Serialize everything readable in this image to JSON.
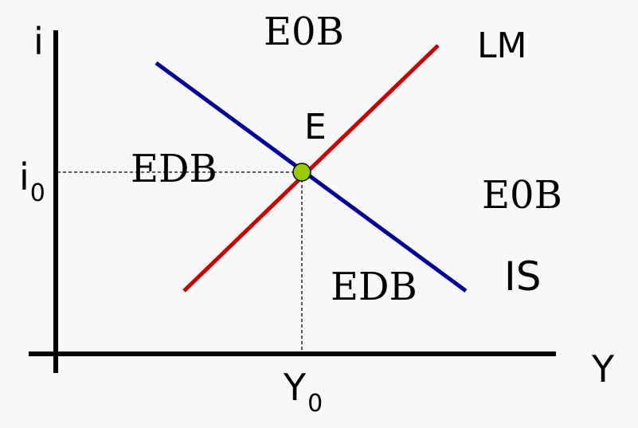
{
  "axes": {
    "y_label": "i",
    "x_label": "Y"
  },
  "equilibrium": {
    "point_label": "E",
    "interest_label": "i",
    "interest_subscript": "0",
    "output_label": "Y",
    "output_subscript": "0"
  },
  "curves": {
    "lm": {
      "label": "LM",
      "color": "#cc0000"
    },
    "is": {
      "label": "IS",
      "color": "#000099"
    }
  },
  "regions": {
    "top": "E0B",
    "right": "E0B",
    "left": "EDB",
    "bottom": "EDB"
  },
  "colors": {
    "background": "#f8f8f8",
    "axis": "#000000",
    "point_fill": "#99cc00",
    "guide": "#000000"
  }
}
